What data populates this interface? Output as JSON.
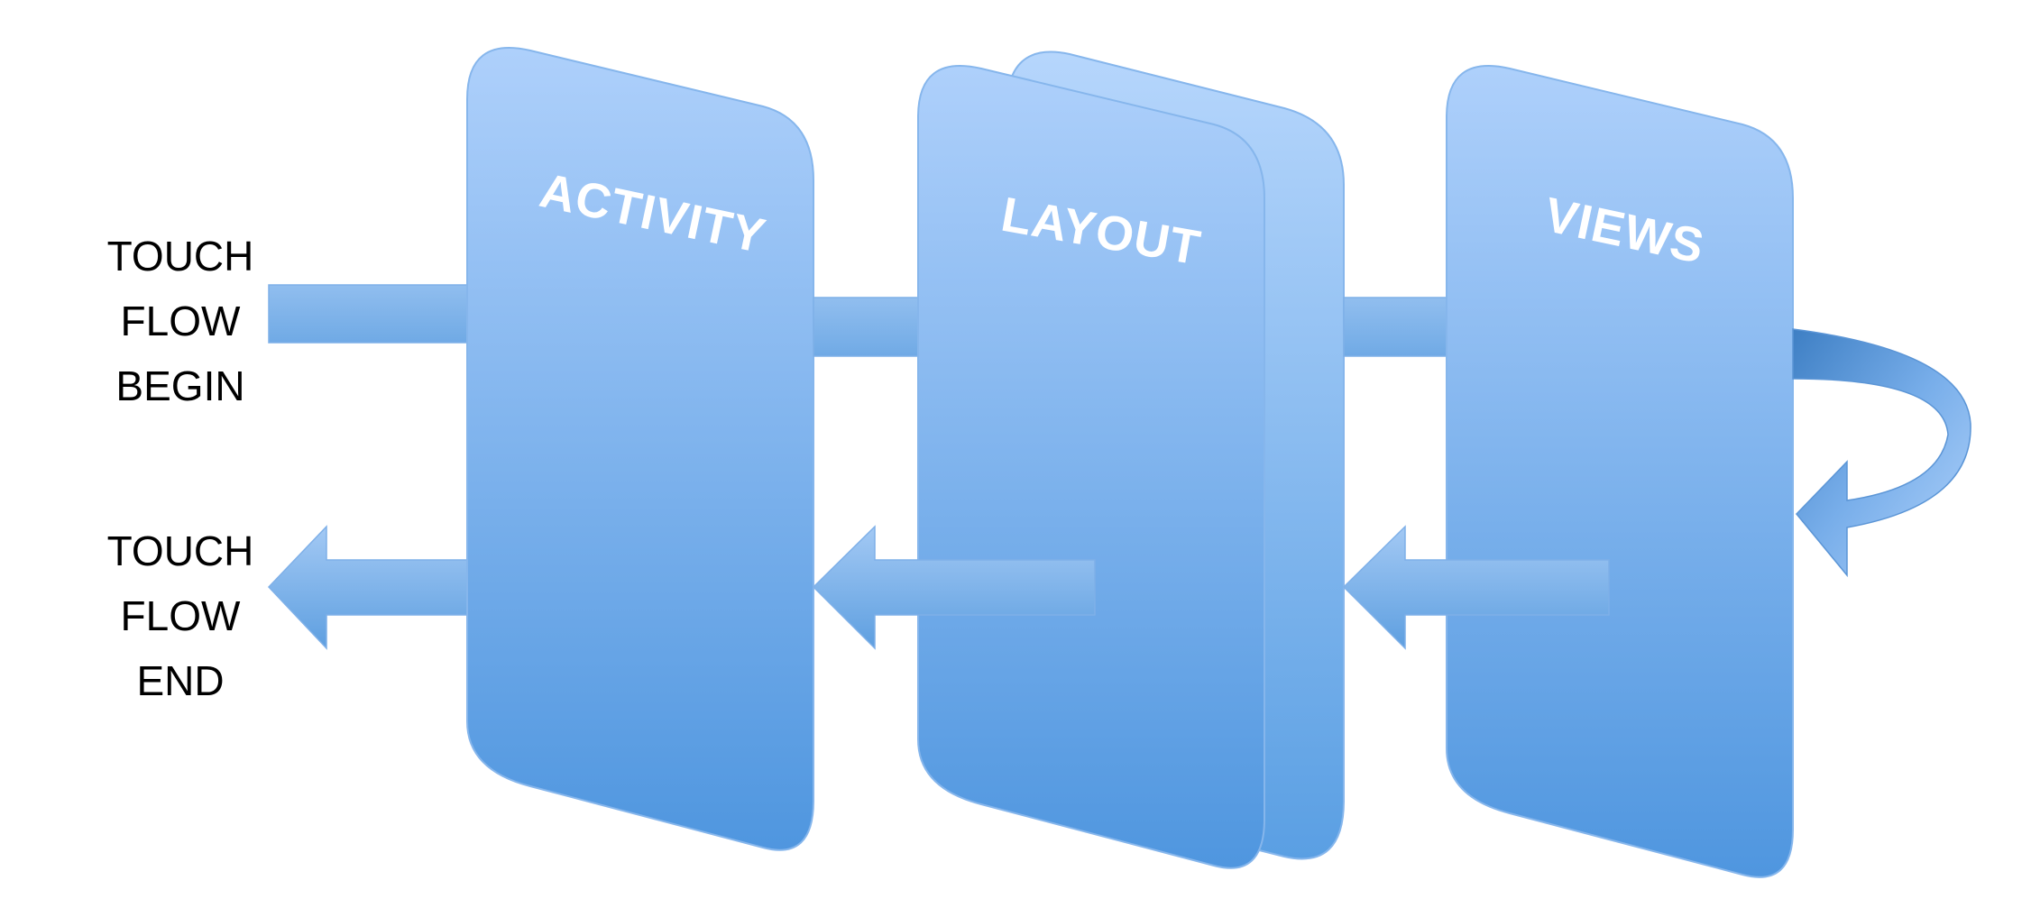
{
  "labels": {
    "begin": [
      "TOUCH",
      "FLOW",
      "BEGIN"
    ],
    "end": [
      "TOUCH",
      "FLOW",
      "END"
    ]
  },
  "panels": [
    {
      "id": "activity",
      "title": "ACTIVITY"
    },
    {
      "id": "layout",
      "title": "LAYOUT"
    },
    {
      "id": "views",
      "title": "VIEWS"
    }
  ],
  "colors": {
    "panel_top": "#a8ccfa",
    "panel_bottom": "#4f97e0",
    "panel_edge": "#7fb0e8",
    "arrow_light": "#9cc4f2",
    "arrow_dark": "#5d9ddf",
    "label_text": "#000000",
    "title_text": "#ffffff"
  }
}
